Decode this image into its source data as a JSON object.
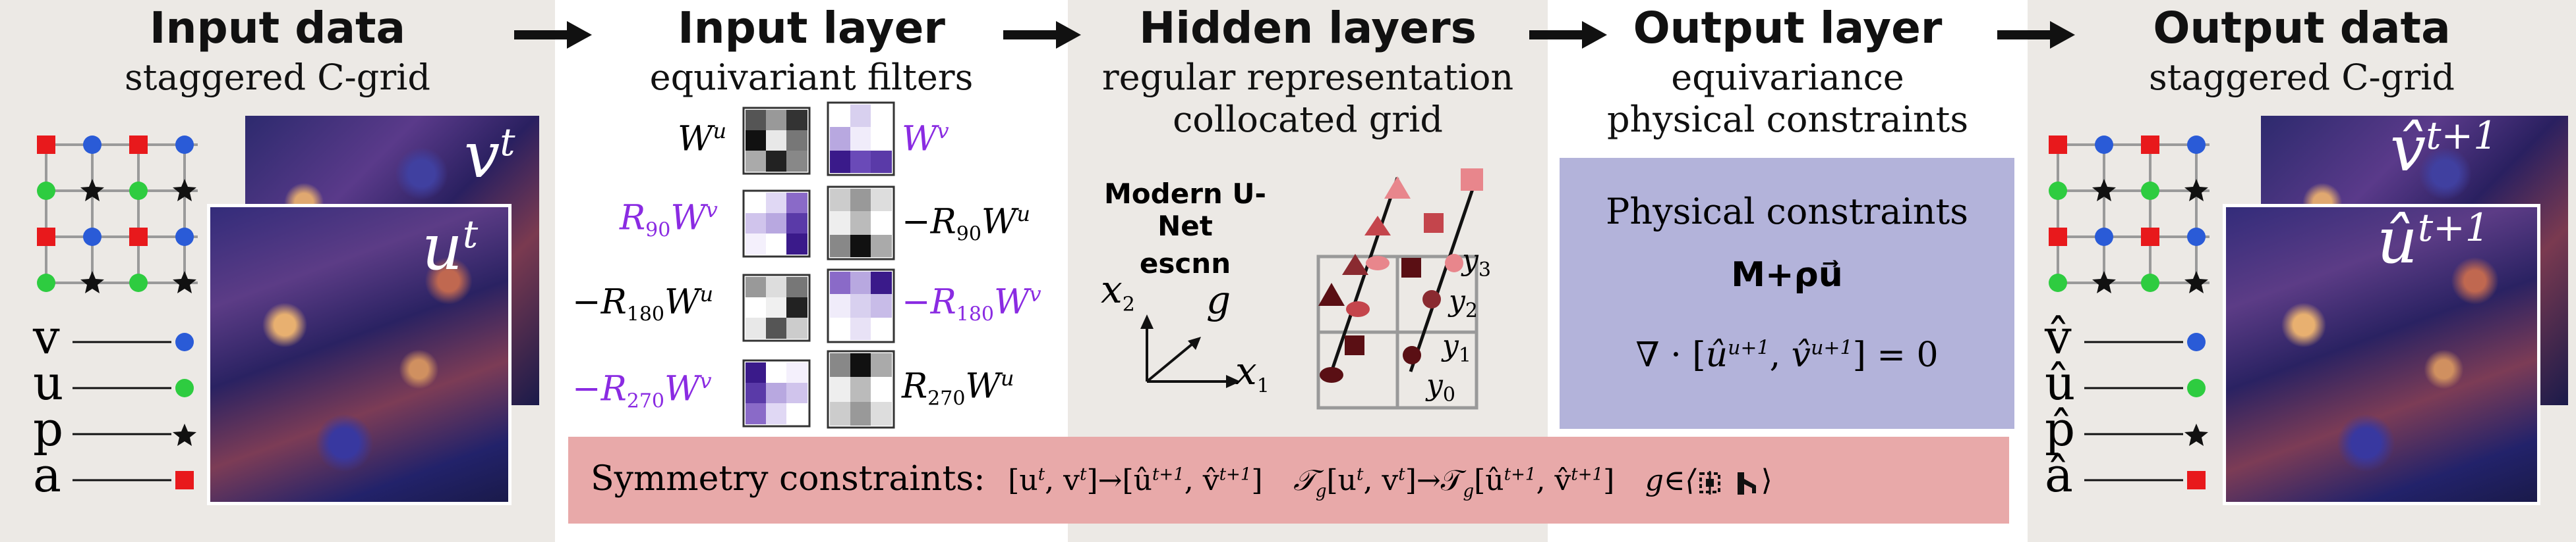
{
  "panels": {
    "input_data": {
      "title": "Input data",
      "subtitle": "staggered  C-grid"
    },
    "input_layer": {
      "title": "Input layer",
      "subtitle": "equivariant  filters"
    },
    "hidden_layers": {
      "title": "Hidden layers",
      "subtitle1": "regular  representation",
      "subtitle2": "collocated  grid"
    },
    "output_layer": {
      "title": "Output layer",
      "subtitle1": "equivariance",
      "subtitle2": "physical  constraints"
    },
    "output_data": {
      "title": "Output data",
      "subtitle": "staggered  C-grid"
    }
  },
  "input_data": {
    "field_v": {
      "base": "v",
      "sup": "t"
    },
    "field_u": {
      "base": "u",
      "sup": "t"
    },
    "legend": [
      {
        "var": "v",
        "marker": "circle",
        "color": "#2a5bd7"
      },
      {
        "var": "u",
        "marker": "circle",
        "color": "#2ecc40"
      },
      {
        "var": "p",
        "marker": "star",
        "color": "#111111"
      },
      {
        "var": "a",
        "marker": "square",
        "color": "#e8191c"
      }
    ]
  },
  "input_layer": {
    "filters": [
      {
        "label": "W",
        "sup": "u",
        "prefix": "",
        "sub": "",
        "color": "#111111"
      },
      {
        "label": "W",
        "sup": "v",
        "prefix": "",
        "sub": "",
        "color": "#8a2be2"
      },
      {
        "label": "W",
        "sup": "v",
        "prefix": "R",
        "sub": "90",
        "color": "#8a2be2"
      },
      {
        "label": "W",
        "sup": "u",
        "prefix": "−R",
        "sub": "90",
        "color": "#111111"
      },
      {
        "label": "W",
        "sup": "u",
        "prefix": "−R",
        "sub": "180",
        "color": "#111111"
      },
      {
        "label": "W",
        "sup": "v",
        "prefix": "−R",
        "sub": "180",
        "color": "#8a2be2"
      },
      {
        "label": "W",
        "sup": "v",
        "prefix": "−R",
        "sub": "270",
        "color": "#8a2be2"
      },
      {
        "label": "W",
        "sup": "u",
        "prefix": "R",
        "sub": "270",
        "color": "#111111"
      }
    ]
  },
  "hidden_layers": {
    "network_line1": "Modern U-Net",
    "network_line2": "escnn",
    "axis_x2": "x",
    "axis_x2_sub": "2",
    "axis_g": "g",
    "axis_x1": "x",
    "axis_x1_sub": "1",
    "y_labels": [
      {
        "base": "y",
        "sub": "3"
      },
      {
        "base": "y",
        "sub": "2"
      },
      {
        "base": "y",
        "sub": "1"
      },
      {
        "base": "y",
        "sub": "0"
      }
    ]
  },
  "output_layer": {
    "box_title": "Physical  constraints",
    "formula": "M+ρu⃗",
    "equation": "∇ · [û^{u+1}, v̂^{u+1}] = 0",
    "equation_parts": {
      "nabla": "∇ · [",
      "u": "û",
      "u_sup": "u+1",
      "comma": ", ",
      "v": "v̂",
      "v_sup": "u+1",
      "tail": "] = 0"
    }
  },
  "output_data": {
    "field_v": {
      "base": "v̂",
      "sup": "t+1"
    },
    "field_u": {
      "base": "û",
      "sup": "t+1"
    },
    "legend": [
      {
        "var": "v̂",
        "marker": "circle",
        "color": "#2a5bd7"
      },
      {
        "var": "û",
        "marker": "circle",
        "color": "#2ecc40"
      },
      {
        "var": "p̂",
        "marker": "star",
        "color": "#111111"
      },
      {
        "var": "â",
        "marker": "square",
        "color": "#e8191c"
      }
    ]
  },
  "symmetry": {
    "label": "Symmetry  constraints:",
    "expr1": "[u",
    "expr1_sup1": "t",
    "expr1_mid": ", v",
    "expr1_sup2": "t",
    "expr1_tail": "]→[û",
    "expr1_sup3": "t+1",
    "expr1_mid2": ", v̂",
    "expr1_sup4": "t+1",
    "expr1_end": "]",
    "expr2": "𝒯",
    "expr2_sub": "g",
    "expr2_a": "[u",
    "expr2_sup1": "t",
    "expr2_b": ", v",
    "expr2_sup2": "t",
    "expr2_c": "]→𝒯",
    "expr2_sub2": "g",
    "expr2_d": "[û",
    "expr2_sup3": "t+1",
    "expr2_e": ", v̂",
    "expr2_sup4": "t+1",
    "expr2_f": "]",
    "group": "g∈⟨",
    "group_end": "⟩"
  },
  "colors": {
    "panel_gray": "#ece9e5",
    "physical_box": "#b3b3da",
    "symmetry_box": "#e8a9a9",
    "purple_text": "#8a2be2"
  }
}
